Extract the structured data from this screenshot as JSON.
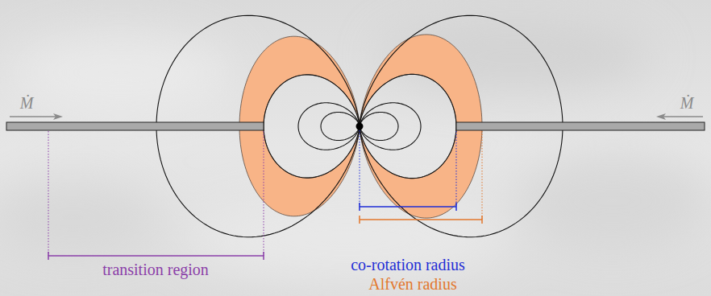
{
  "diagram": {
    "labels": [
      "Ṁ",
      "Ṁ",
      "transition region",
      "co-rotation radius",
      "Alfvén radius"
    ]
  }
}
